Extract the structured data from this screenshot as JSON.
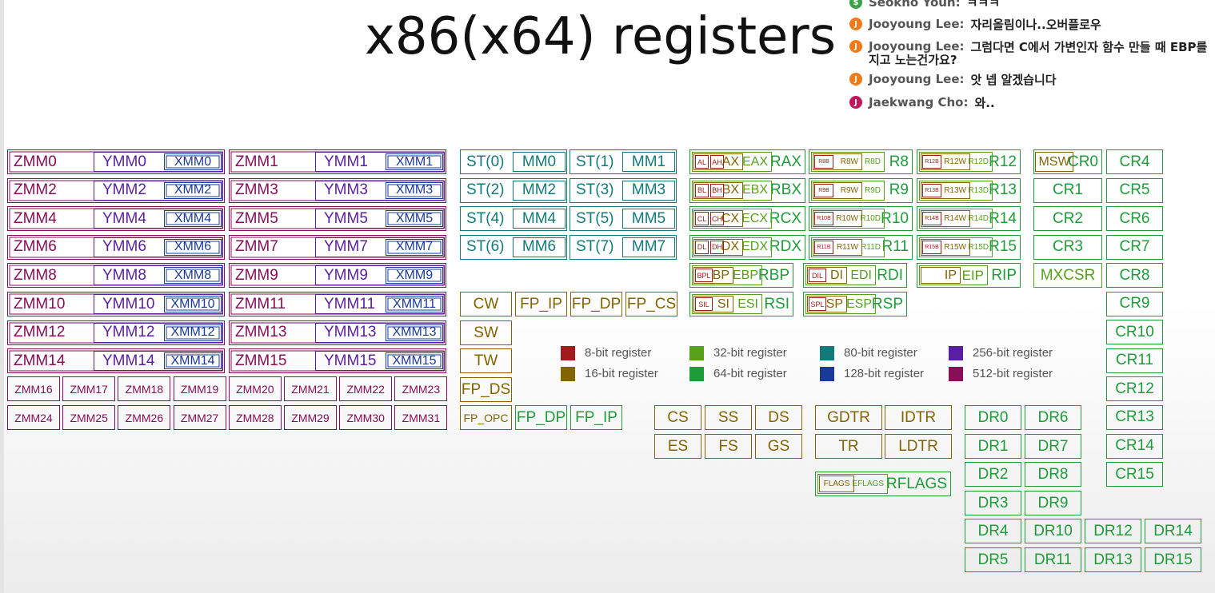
{
  "title": "x86(x64) registers",
  "colors": {
    "r512": "#880e58",
    "r256": "#5a1fa0",
    "r128": "#1a3a9a",
    "r80": "#127a7a",
    "r64": "#1e9c3a",
    "r32": "#56a01c",
    "r16": "#826400",
    "r8": "#a01c1c"
  },
  "chat": [
    {
      "initial": "$",
      "color": "#3aa04a",
      "name": "Seokho Youn:",
      "text": "ㅋㅋㅋ"
    },
    {
      "initial": "J",
      "color": "#f07a18",
      "name": "Jooyoung Lee:",
      "text": "자리올림이나..오버플로우"
    },
    {
      "initial": "J",
      "color": "#f07a18",
      "name": "Jooyoung Lee:",
      "text": "그럼다면 C에서 가변인자 함수 만들 때 EBP를",
      "text2": "지고 노는건가요?"
    },
    {
      "initial": "J",
      "color": "#f07a18",
      "name": "Jooyoung Lee:",
      "text": "앗 넵 알겠습니다"
    },
    {
      "initial": "J",
      "color": "#c2185b",
      "name": "Jaekwang Cho:",
      "text": "와.."
    }
  ],
  "legend": [
    {
      "label": "8-bit register",
      "color": "#a01c1c"
    },
    {
      "label": "16-bit register",
      "color": "#826400"
    },
    {
      "label": "32-bit register",
      "color": "#56a01c"
    },
    {
      "label": "64-bit register",
      "color": "#1e9c3a"
    },
    {
      "label": "80-bit register",
      "color": "#127a7a"
    },
    {
      "label": "128-bit register",
      "color": "#1a3a9a"
    },
    {
      "label": "256-bit register",
      "color": "#5a1fa0"
    },
    {
      "label": "512-bit register",
      "color": "#880e58"
    }
  ],
  "zmm": [
    [
      "ZMM0",
      "YMM0",
      "XMM0"
    ],
    [
      "ZMM1",
      "YMM1",
      "XMM1"
    ],
    [
      "ZMM2",
      "YMM2",
      "XMM2"
    ],
    [
      "ZMM3",
      "YMM3",
      "XMM3"
    ],
    [
      "ZMM4",
      "YMM4",
      "XMM4"
    ],
    [
      "ZMM5",
      "YMM5",
      "XMM5"
    ],
    [
      "ZMM6",
      "YMM6",
      "XMM6"
    ],
    [
      "ZMM7",
      "YMM7",
      "XMM7"
    ],
    [
      "ZMM8",
      "YMM8",
      "XMM8"
    ],
    [
      "ZMM9",
      "YMM9",
      "XMM9"
    ],
    [
      "ZMM10",
      "YMM10",
      "XMM10"
    ],
    [
      "ZMM11",
      "YMM11",
      "XMM11"
    ],
    [
      "ZMM12",
      "YMM12",
      "XMM12"
    ],
    [
      "ZMM13",
      "YMM13",
      "XMM13"
    ],
    [
      "ZMM14",
      "YMM14",
      "XMM14"
    ],
    [
      "ZMM15",
      "YMM15",
      "XMM15"
    ]
  ],
  "zmm_small": [
    "ZMM16",
    "ZMM17",
    "ZMM18",
    "ZMM19",
    "ZMM20",
    "ZMM21",
    "ZMM22",
    "ZMM23",
    "ZMM24",
    "ZMM25",
    "ZMM26",
    "ZMM27",
    "ZMM28",
    "ZMM29",
    "ZMM30",
    "ZMM31"
  ],
  "fpu": [
    [
      "ST(0)",
      "MM0"
    ],
    [
      "ST(1)",
      "MM1"
    ],
    [
      "ST(2)",
      "MM2"
    ],
    [
      "ST(3)",
      "MM3"
    ],
    [
      "ST(4)",
      "MM4"
    ],
    [
      "ST(5)",
      "MM5"
    ],
    [
      "ST(6)",
      "MM6"
    ],
    [
      "ST(7)",
      "MM7"
    ]
  ],
  "fpu_ctrl": {
    "cw": "CW",
    "fp_ip": "FP_IP",
    "fp_dp": "FP_DP",
    "fp_cs": "FP_CS",
    "sw": "SW",
    "tw": "TW",
    "fp_ds": "FP_DS",
    "fp_opc": "FP_OPC",
    "fp_dp2": "FP_DP",
    "fp_ip2": "FP_IP"
  },
  "gpr_abcd": [
    {
      "l": "AL",
      "h": "AH",
      "x": "AX",
      "e": "EAX",
      "r": "RAX"
    },
    {
      "l": "BL",
      "h": "BH",
      "x": "BX",
      "e": "EBX",
      "r": "RBX"
    },
    {
      "l": "CL",
      "h": "CH",
      "x": "CX",
      "e": "ECX",
      "r": "RCX"
    },
    {
      "l": "DL",
      "h": "DH",
      "x": "DX",
      "e": "EDX",
      "r": "RDX"
    }
  ],
  "gpr_ptr": [
    {
      "l": "BPL",
      "x": "BP",
      "e": "EBP",
      "r": "RBP"
    },
    {
      "l": "DIL",
      "x": "DI",
      "e": "EDI",
      "r": "RDI"
    },
    {
      "l": "SIL",
      "x": "SI",
      "e": "ESI",
      "r": "RSI"
    },
    {
      "l": "SPL",
      "x": "SP",
      "e": "ESP",
      "r": "RSP"
    }
  ],
  "gpr_r": [
    {
      "b": "R8B",
      "w": "R8W",
      "d": "R8D",
      "r": "R8"
    },
    {
      "b": "R9B",
      "w": "R9W",
      "d": "R9D",
      "r": "R9"
    },
    {
      "b": "R10B",
      "w": "R10W",
      "d": "R10D",
      "r": "R10"
    },
    {
      "b": "R11B",
      "w": "R11W",
      "d": "R11D",
      "r": "R11"
    },
    {
      "b": "R12B",
      "w": "R12W",
      "d": "R12D",
      "r": "R12"
    },
    {
      "b": "R13B",
      "w": "R13W",
      "d": "R13D",
      "r": "R13"
    },
    {
      "b": "R14B",
      "w": "R14W",
      "d": "R14D",
      "r": "R14"
    },
    {
      "b": "R15B",
      "w": "R15W",
      "d": "R15D",
      "r": "R15"
    }
  ],
  "rip": {
    "ip": "IP",
    "eip": "EIP",
    "rip": "RIP"
  },
  "msw": {
    "msw": "MSW",
    "cr0": "CR0"
  },
  "cr_mid": [
    "CR1",
    "CR2",
    "CR3"
  ],
  "mxcsr": "MXCSR",
  "cr_right": [
    "CR4",
    "CR5",
    "CR6",
    "CR7",
    "CR8",
    "CR9",
    "CR10",
    "CR11",
    "CR12",
    "CR13",
    "CR14",
    "CR15"
  ],
  "seg": [
    "CS",
    "SS",
    "DS",
    "ES",
    "FS",
    "GS"
  ],
  "sys": [
    "GDTR",
    "IDTR",
    "TR",
    "LDTR"
  ],
  "flags": {
    "flags": "FLAGS",
    "eflags": "EFLAGS",
    "rflags": "RFLAGS"
  },
  "dr": [
    "DR0",
    "DR6",
    "DR1",
    "DR7",
    "DR2",
    "DR8",
    "DR3",
    "DR9",
    "DR4",
    "DR10",
    "DR12",
    "DR14",
    "DR5",
    "DR11",
    "DR13",
    "DR15"
  ]
}
